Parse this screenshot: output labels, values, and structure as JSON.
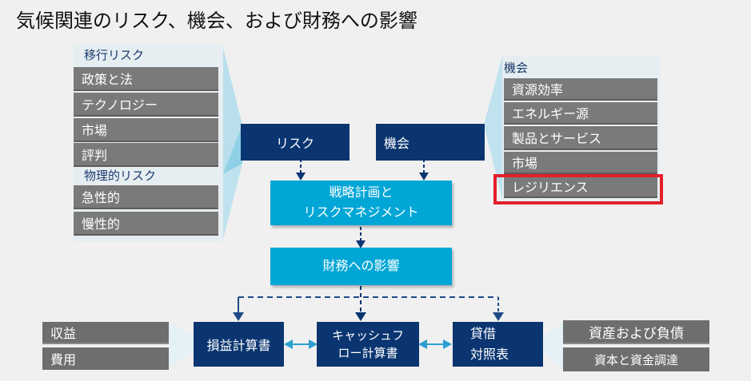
{
  "title": "気候関連のリスク、機会、および財務への影響",
  "transition_risks": {
    "label": "移行リスク",
    "items": [
      "政策と法",
      "テクノロジー",
      "市場",
      "評判"
    ]
  },
  "physical_risks": {
    "label": "物理的リスク",
    "items": [
      "急性的",
      "慢性的"
    ]
  },
  "opportunities": {
    "label": "機会",
    "items": [
      "資源効率",
      "エネルギー源",
      "製品とサービス",
      "市場",
      "レジリエンス"
    ],
    "highlighted_item": "レジリエンス"
  },
  "center": {
    "risk": "リスク",
    "opportunity": "機会",
    "strategy_line1": "戦略計画と",
    "strategy_line2": "リスクマネジメント",
    "financial_impact": "財務への影響"
  },
  "statements": {
    "income": "損益計算書",
    "cashflow_line1": "キャッシュフ",
    "cashflow_line2": "ロー計算書",
    "balance_line1": "貸借",
    "balance_line2": "対照表"
  },
  "income_items": [
    "収益",
    "費用"
  ],
  "balance_items": [
    "資産および負債",
    "資本と資金調達"
  ],
  "colors": {
    "navy": "#0a3570",
    "cyan": "#00a6d6",
    "gray": "#7a7a7a",
    "highlight": "#e3202a",
    "arrow_light": "#2e9fd0"
  }
}
